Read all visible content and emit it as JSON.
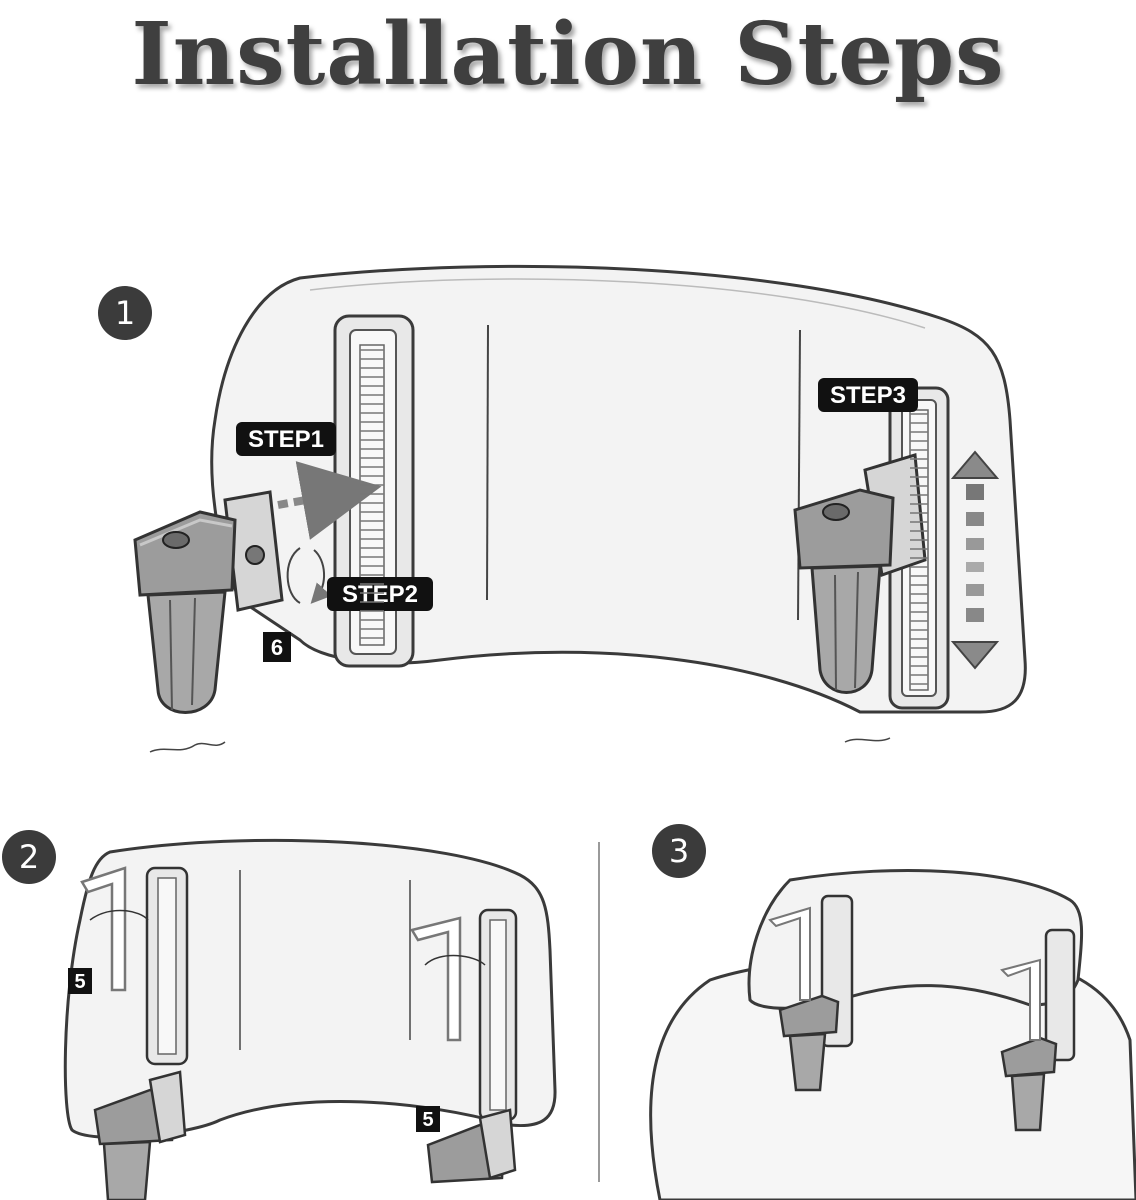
{
  "title": "Installation Steps",
  "panels": [
    {
      "number": "1"
    },
    {
      "number": "2"
    },
    {
      "number": "3"
    }
  ],
  "labels": {
    "step1": "STEP1",
    "step2": "STEP2",
    "step3": "STEP3",
    "part6": "6",
    "part5a": "5",
    "part5b": "5"
  },
  "colors": {
    "badge": "#3b3b3b",
    "label_bg": "#111111",
    "clamp": "#9c9c9c",
    "outline": "#3a3a3a"
  }
}
